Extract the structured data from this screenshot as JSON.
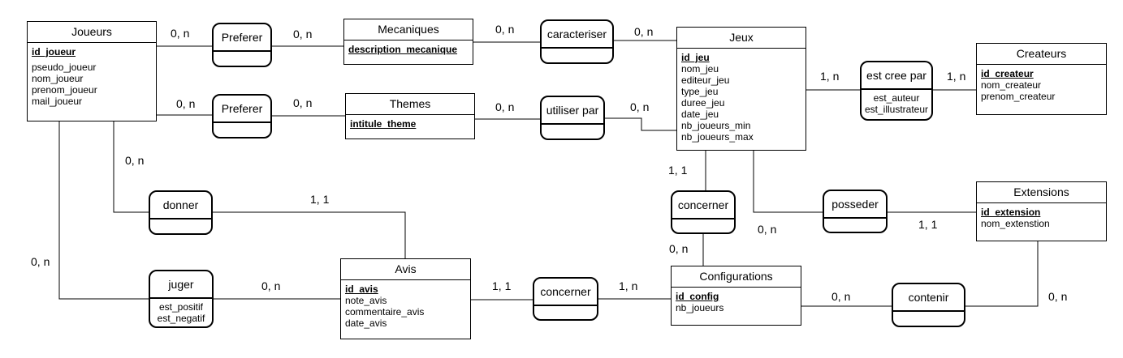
{
  "entities": {
    "joueurs": {
      "title": "Joueurs",
      "key": "id_joueur",
      "attrs": [
        "pseudo_joueur",
        "nom_joueur",
        "prenom_joueur",
        "mail_joueur"
      ]
    },
    "mecaniques": {
      "title": "Mecaniques",
      "key": "description_mecanique",
      "attrs": []
    },
    "themes": {
      "title": "Themes",
      "key": "intitule_theme",
      "attrs": []
    },
    "jeux": {
      "title": "Jeux",
      "key": "id_jeu",
      "attrs": [
        "nom_jeu",
        "editeur_jeu",
        "type_jeu",
        "duree_jeu",
        "date_jeu",
        "nb_joueurs_min",
        "nb_joueurs_max"
      ]
    },
    "createurs": {
      "title": "Createurs",
      "key": "id_createur",
      "attrs": [
        "nom_createur",
        "prenom_createur"
      ]
    },
    "extensions": {
      "title": "Extensions",
      "key": "id_extension",
      "attrs": [
        "nom_extenstion"
      ]
    },
    "avis": {
      "title": "Avis",
      "key": "id_avis",
      "attrs": [
        "note_avis",
        "commentaire_avis",
        "date_avis"
      ]
    },
    "configurations": {
      "title": "Configurations",
      "key": "id_config",
      "attrs": [
        "nb_joueurs"
      ]
    }
  },
  "relations": {
    "preferer_meca": {
      "title": "Preferer",
      "attrs": []
    },
    "preferer_theme": {
      "title": "Preferer",
      "attrs": []
    },
    "caracteriser": {
      "title": "caracteriser",
      "attrs": []
    },
    "utiliser_par": {
      "title": "utiliser par",
      "attrs": []
    },
    "est_cree_par": {
      "title": "est cree par",
      "attrs": [
        "est_auteur",
        "est_illustrateur"
      ]
    },
    "donner": {
      "title": "donner",
      "attrs": []
    },
    "juger": {
      "title": "juger",
      "attrs": [
        "est_positif",
        "est_negatif"
      ]
    },
    "concerner_jeu": {
      "title": "concerner",
      "attrs": []
    },
    "posseder": {
      "title": "posseder",
      "attrs": []
    },
    "concerner_avis": {
      "title": "concerner",
      "attrs": []
    },
    "contenir": {
      "title": "contenir",
      "attrs": []
    }
  },
  "cardinalities": {
    "joueurs_preferer_meca": "0, n",
    "preferer_mecaniques": "0, n",
    "mecaniques_caracteriser": "0, n",
    "caracteriser_jeux": "0, n",
    "joueurs_preferer_theme": "0, n",
    "preferer_themes": "0, n",
    "themes_utiliser": "0, n",
    "utiliser_jeux": "0, n",
    "jeux_cree": "1, n",
    "cree_createurs": "1, n",
    "joueurs_donner": "0, n",
    "donner_avis": "1, 1",
    "joueurs_juger": "0, n",
    "juger_avis": "0, n",
    "jeux_concerner": "1, 1",
    "concerner_config": "0, n",
    "jeux_posseder": "0, n",
    "posseder_extensions": "1, 1",
    "avis_concerner": "1, 1",
    "concerner_configurations": "1, n",
    "config_contenir": "0, n",
    "contenir_extensions": "0, n"
  }
}
